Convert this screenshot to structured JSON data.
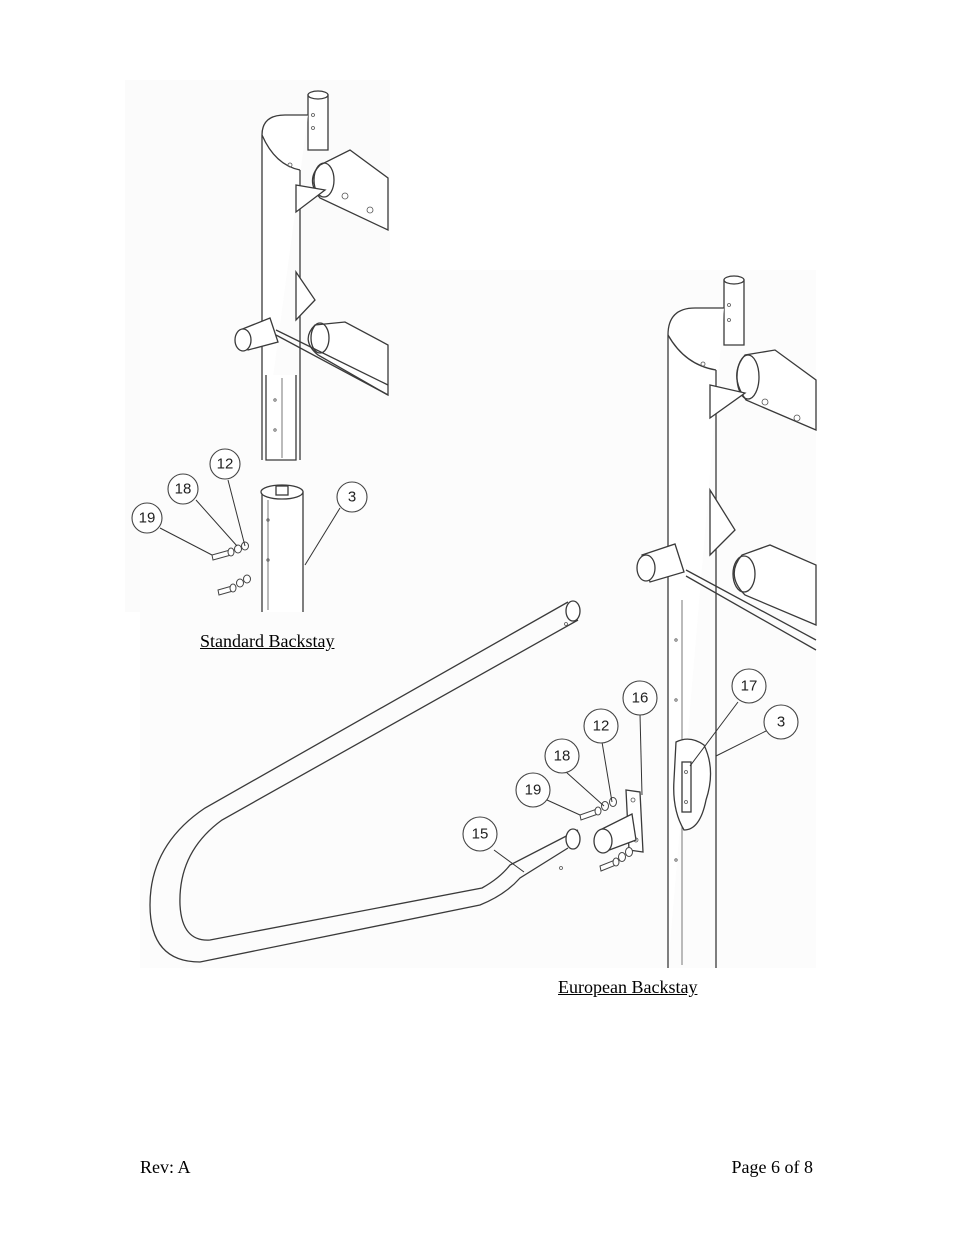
{
  "captions": {
    "standard": "Standard Backstay",
    "european": "European Backstay"
  },
  "footer": {
    "revision": "Rev: A",
    "page": "Page 6 of 8"
  },
  "callouts": {
    "std_12": "12",
    "std_18": "18",
    "std_19": "19",
    "std_3": "3",
    "eu_16": "16",
    "eu_12": "12",
    "eu_17": "17",
    "eu_3": "3",
    "eu_18": "18",
    "eu_19": "19",
    "eu_15": "15"
  }
}
